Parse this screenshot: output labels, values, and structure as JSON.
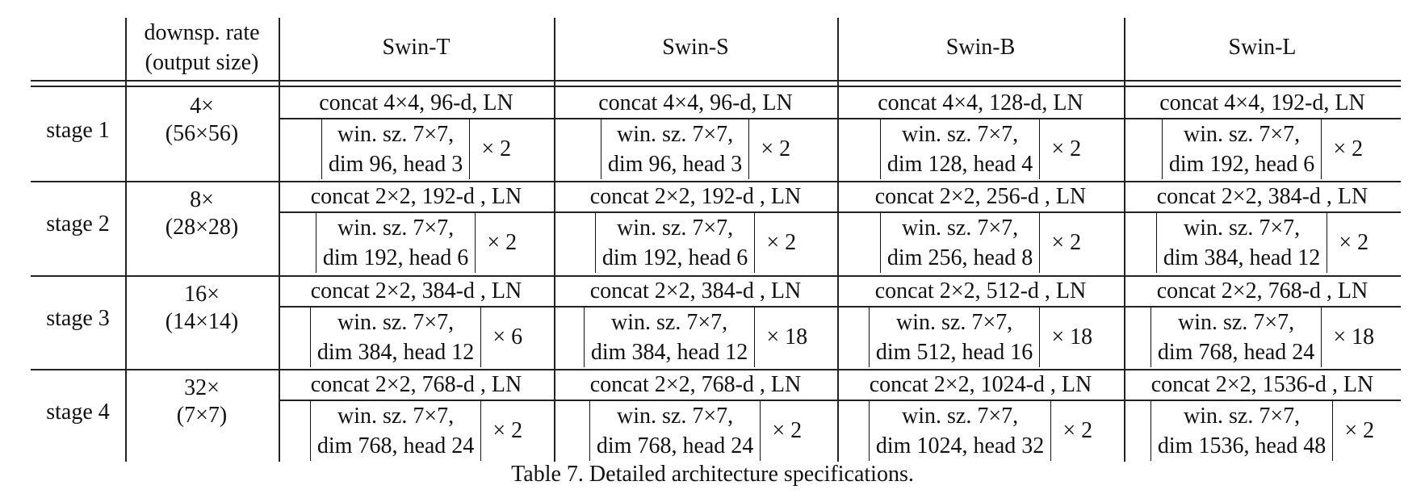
{
  "caption": "Table 7. Detailed architecture specifications.",
  "header": {
    "rate_line1": "downsp. rate",
    "rate_line2": "(output size)",
    "models": [
      "Swin-T",
      "Swin-S",
      "Swin-B",
      "Swin-L"
    ]
  },
  "stages": [
    {
      "label": "stage 1",
      "rate": "4×",
      "size": "(56×56)",
      "cells": [
        {
          "concat": "concat 4×4, 96-d, LN",
          "win": "win. sz. 7×7,",
          "dim": "dim 96, head 3",
          "rep": "× 2"
        },
        {
          "concat": "concat 4×4, 96-d, LN",
          "win": "win. sz. 7×7,",
          "dim": "dim 96, head 3",
          "rep": "× 2"
        },
        {
          "concat": "concat 4×4, 128-d, LN",
          "win": "win. sz. 7×7,",
          "dim": "dim 128, head 4",
          "rep": "× 2"
        },
        {
          "concat": "concat 4×4, 192-d, LN",
          "win": "win. sz. 7×7,",
          "dim": "dim 192, head 6",
          "rep": "× 2"
        }
      ]
    },
    {
      "label": "stage 2",
      "rate": "8×",
      "size": "(28×28)",
      "cells": [
        {
          "concat": "concat 2×2, 192-d , LN",
          "win": "win. sz. 7×7,",
          "dim": "dim 192, head 6",
          "rep": "× 2"
        },
        {
          "concat": "concat 2×2, 192-d , LN",
          "win": "win. sz. 7×7,",
          "dim": "dim 192, head 6",
          "rep": "× 2"
        },
        {
          "concat": "concat 2×2, 256-d , LN",
          "win": "win. sz. 7×7,",
          "dim": "dim 256, head 8",
          "rep": "× 2"
        },
        {
          "concat": "concat 2×2, 384-d , LN",
          "win": "win. sz. 7×7,",
          "dim": "dim 384, head 12",
          "rep": "× 2"
        }
      ]
    },
    {
      "label": "stage 3",
      "rate": "16×",
      "size": "(14×14)",
      "cells": [
        {
          "concat": "concat 2×2, 384-d , LN",
          "win": "win. sz. 7×7,",
          "dim": "dim 384, head 12",
          "rep": "× 6"
        },
        {
          "concat": "concat 2×2, 384-d , LN",
          "win": "win. sz. 7×7,",
          "dim": "dim 384, head 12",
          "rep": "× 18"
        },
        {
          "concat": "concat 2×2, 512-d , LN",
          "win": "win. sz. 7×7,",
          "dim": "dim 512, head 16",
          "rep": "× 18"
        },
        {
          "concat": "concat 2×2, 768-d , LN",
          "win": "win. sz. 7×7,",
          "dim": "dim 768, head 24",
          "rep": "× 18"
        }
      ]
    },
    {
      "label": "stage 4",
      "rate": "32×",
      "size": "(7×7)",
      "cells": [
        {
          "concat": "concat 2×2, 768-d , LN",
          "win": "win. sz. 7×7,",
          "dim": "dim 768, head 24",
          "rep": "× 2"
        },
        {
          "concat": "concat 2×2, 768-d , LN",
          "win": "win. sz. 7×7,",
          "dim": "dim 768, head 24",
          "rep": "× 2"
        },
        {
          "concat": "concat 2×2, 1024-d , LN",
          "win": "win. sz. 7×7,",
          "dim": "dim 1024, head 32",
          "rep": "× 2"
        },
        {
          "concat": "concat 2×2, 1536-d , LN",
          "win": "win. sz. 7×7,",
          "dim": "dim 1536, head 48",
          "rep": "× 2"
        }
      ]
    }
  ]
}
